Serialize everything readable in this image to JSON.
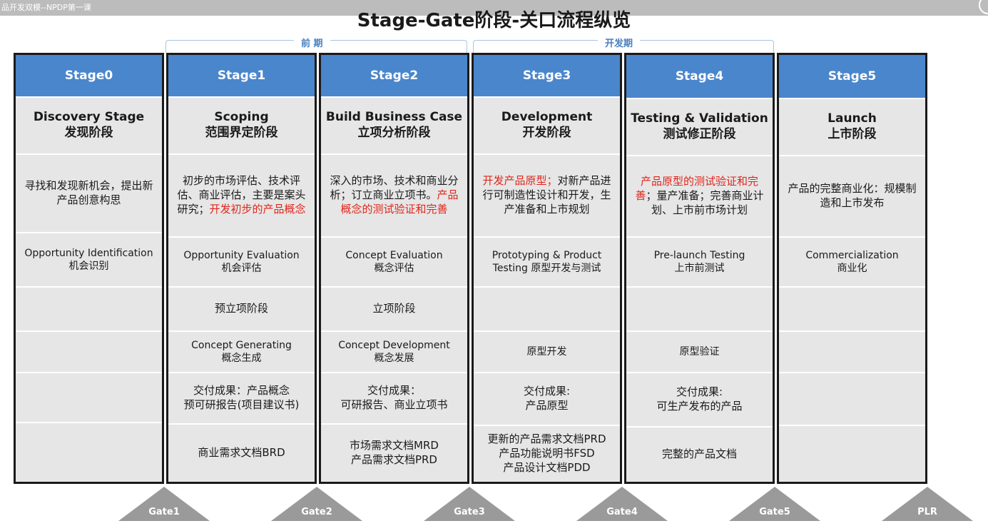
{
  "window": {
    "title": "品开发双模--NPDP第一课"
  },
  "title": "Stage-Gate阶段-关口流程纵览",
  "phases": [
    {
      "label": "前 期"
    },
    {
      "label": "开发期"
    }
  ],
  "stages": [
    {
      "head": "Stage0",
      "name_en": "Discovery Stage",
      "name_cn": "发现阶段",
      "desc": [
        {
          "text": "寻找和发现新机会，提出新产品创意构思",
          "red": false
        }
      ],
      "activity": "Opportunity Identification\n机会识别",
      "phase_step": "",
      "sub_activity": "",
      "deliverable": "",
      "document": ""
    },
    {
      "head": "Stage1",
      "name_en": "Scoping",
      "name_cn": "范围界定阶段",
      "desc": [
        {
          "text": "初步的市场评估、技术评估、商业评估，主要是案头研究；",
          "red": false
        },
        {
          "text": "开发初步的产品概念",
          "red": true
        }
      ],
      "activity": "Opportunity Evaluation\n机会评估",
      "phase_step": "预立项阶段",
      "sub_activity": "Concept Generating\n概念生成",
      "deliverable": "交付成果：产品概念\n预可研报告(项目建议书)",
      "document": "商业需求文档BRD"
    },
    {
      "head": "Stage2",
      "name_en": "Build Business Case",
      "name_cn": "立项分析阶段",
      "desc": [
        {
          "text": "深入的市场、技术和商业分析；订立商业立项书。",
          "red": false
        },
        {
          "text": "产品概念的测试验证和完善",
          "red": true
        }
      ],
      "activity": "Concept Evaluation\n概念评估",
      "phase_step": "立项阶段",
      "sub_activity": "Concept Development\n概念发展",
      "deliverable": "交付成果：\n可研报告、商业立项书",
      "document": "市场需求文档MRD\n产品需求文档PRD"
    },
    {
      "head": "Stage3",
      "name_en": "Development",
      "name_cn": "开发阶段",
      "desc": [
        {
          "text": "开发产品原型；",
          "red": true
        },
        {
          "text": "对新产品进行可制造性设计和开发，生产准备和上市规划",
          "red": false
        }
      ],
      "activity": "Prototyping & Product\nTesting 原型开发与测试",
      "phase_step": "",
      "sub_activity": "原型开发",
      "deliverable": "交付成果:\n产品原型",
      "document": "更新的产品需求文档PRD\n产品功能说明书FSD\n产品设计文档PDD"
    },
    {
      "head": "Stage4",
      "name_en": "Testing & Validation",
      "name_cn": "测试修正阶段",
      "desc": [
        {
          "text": "产品原型的测试验证和完善",
          "red": true
        },
        {
          "text": "；量产准备；完善商业计划、上市前市场计划",
          "red": false
        }
      ],
      "activity": "Pre-launch Testing\n上市前测试",
      "phase_step": "",
      "sub_activity": "原型验证",
      "deliverable": "交付成果:\n可生产发布的产品",
      "document": "完整的产品文档"
    },
    {
      "head": "Stage5",
      "name_en": "Launch",
      "name_cn": "上市阶段",
      "desc": [
        {
          "text": "产品的完整商业化：规模制造和上市发布",
          "red": false
        }
      ],
      "activity": "Commercialization\n商业化",
      "phase_step": "",
      "sub_activity": "",
      "deliverable": "",
      "document": ""
    }
  ],
  "gates": [
    {
      "label": "Gate1"
    },
    {
      "label": "Gate2"
    },
    {
      "label": "Gate3"
    },
    {
      "label": "Gate4"
    },
    {
      "label": "Gate5"
    },
    {
      "label": "PLR"
    }
  ],
  "colors": {
    "stage_header": "#4a86cc",
    "cell_bg": "#e6e6e6",
    "highlight": "#e0261b",
    "gate": "#9a9a9a",
    "phase": "#4a7fbf"
  }
}
